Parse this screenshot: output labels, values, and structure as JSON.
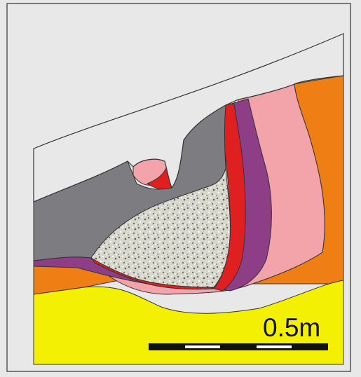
{
  "figure": {
    "scale_bar": {
      "label": "0.5m",
      "segments": 5
    },
    "layers": [
      {
        "name": "ground-surface",
        "color": "#e8e8e8"
      },
      {
        "name": "grey-fill",
        "color": "#7d7c81"
      },
      {
        "name": "stone-rubble",
        "color": "#cfcfc4"
      },
      {
        "name": "red-lens",
        "color": "#e02020"
      },
      {
        "name": "purple-band",
        "color": "#8d3e86"
      },
      {
        "name": "pink-layer",
        "color": "#f2a4aa"
      },
      {
        "name": "orange-layer",
        "color": "#ef7f14"
      },
      {
        "name": "yellow-subsoil",
        "color": "#f4f004"
      }
    ]
  }
}
